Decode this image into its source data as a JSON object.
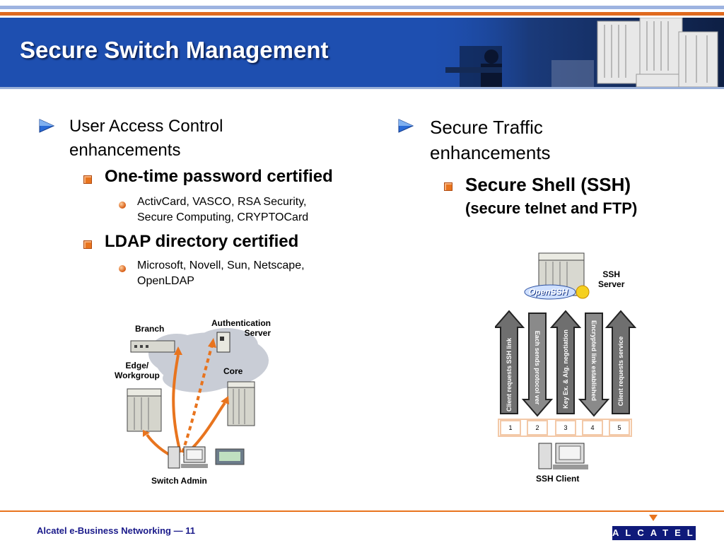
{
  "title": "Secure Switch Management",
  "left": {
    "heading": [
      "User Access Control",
      "enhancements"
    ],
    "items": [
      {
        "label": "One-time password certified",
        "sub": [
          "ActivCard, VASCO, RSA Security,",
          "Secure Computing, CRYPTOCard"
        ]
      },
      {
        "label": "LDAP directory certified",
        "sub": [
          "Microsoft, Novell, Sun, Netscape,",
          "OpenLDAP"
        ]
      }
    ]
  },
  "right": {
    "heading": [
      "Secure Traffic",
      "enhancements"
    ],
    "item": [
      "Secure Shell (SSH)",
      "(secure telnet and FTP)"
    ]
  },
  "diagram_left": {
    "branch": "Branch",
    "auth": [
      "Authentication",
      "Server"
    ],
    "edge": [
      "Edge/",
      "Workgroup"
    ],
    "core": "Core",
    "admin": "Switch Admin"
  },
  "diagram_right": {
    "server": [
      "SSH",
      "Server"
    ],
    "openssh": "OpenSSH",
    "arrows": [
      "Client requests SSH link",
      "Each sends protocol ver",
      "Key Ex. &  Alg. negotiation",
      "Encrypted link established",
      "Client requests service"
    ],
    "steps": [
      "1",
      "2",
      "3",
      "4",
      "5"
    ],
    "client": "SSH Client"
  },
  "footer": "Alcatel e-Business Networking — 11",
  "logo": "ALCATEL",
  "colors": {
    "header": "#1e4fb0",
    "accent": "#e8741e",
    "logo": "#0f1a7a"
  },
  "icons": [
    "arrow-bullet-icon",
    "square-bullet-icon",
    "dot-bullet-icon",
    "server-icon",
    "computer-icon",
    "cloud-icon",
    "openssh-logo-icon",
    "alcatel-logo"
  ]
}
